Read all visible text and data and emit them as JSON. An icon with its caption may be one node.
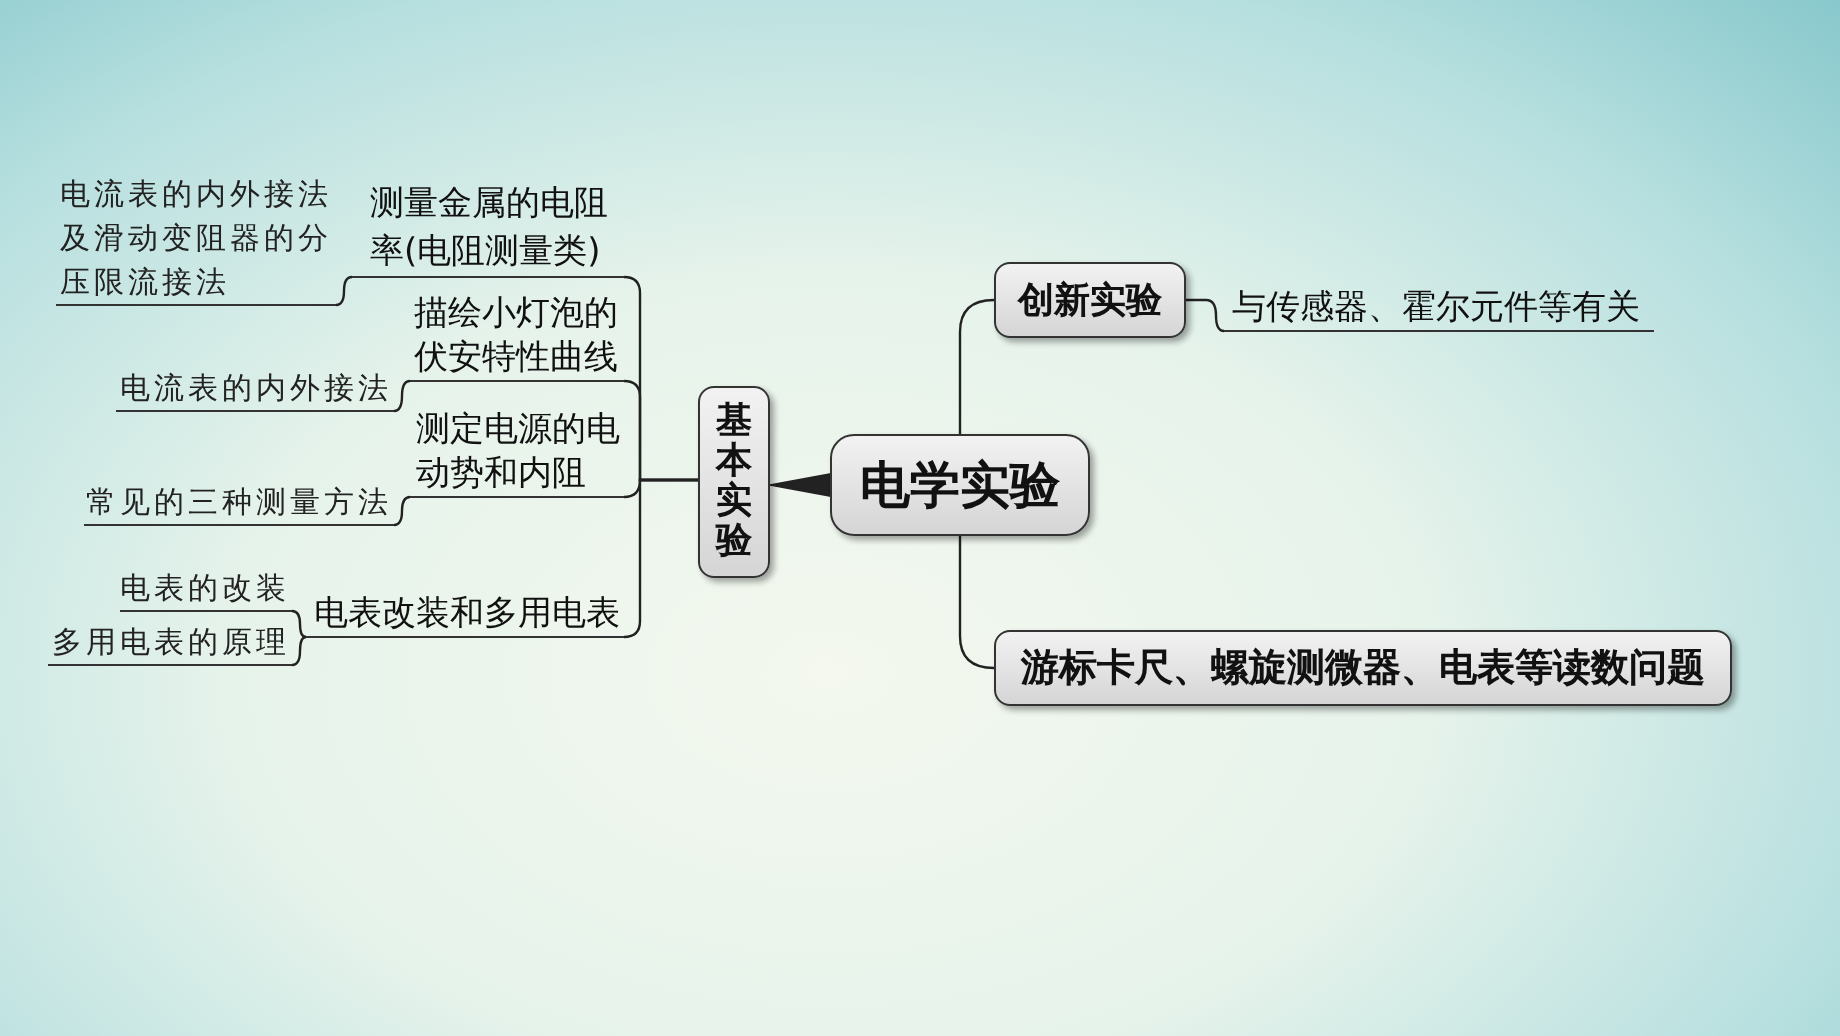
{
  "diagram": {
    "nodes": [
      {
        "text": [
          "电学实验"
        ]
      },
      {
        "text": [
          "基本实验"
        ]
      },
      {
        "text": [
          "测量金属的电阻率(电阻测量类)"
        ]
      },
      {
        "text": [
          "电流表的内外接法及滑动变阻器的分压限流接法"
        ]
      },
      {
        "text": [
          "描绘小灯泡的伏安特性曲线"
        ]
      },
      {
        "text": [
          "电流表的内外接法"
        ]
      },
      {
        "text": [
          "测定电源的电动势和内阻"
        ]
      },
      {
        "text": [
          "常见的三种测量方法"
        ]
      },
      {
        "text": [
          "电表改装和多用电表"
        ]
      },
      {
        "text": [
          "电表的改装"
        ]
      },
      {
        "text": [
          "多用电表的原理"
        ]
      },
      {
        "text": [
          "创新实验"
        ]
      },
      {
        "text": [
          "与传感器、霍尔元件等有关"
        ]
      },
      {
        "text": [
          "游标卡尺、螺旋测微器、电表等读数问题"
        ]
      }
    ],
    "edges": [
      {
        "from": 0,
        "to": 1,
        "arrow": "none",
        "style": "thick"
      },
      {
        "from": 1,
        "to": 2,
        "arrow": "none"
      },
      {
        "from": 2,
        "to": 3,
        "arrow": "none"
      },
      {
        "from": 1,
        "to": 4,
        "arrow": "none"
      },
      {
        "from": 4,
        "to": 5,
        "arrow": "none"
      },
      {
        "from": 1,
        "to": 6,
        "arrow": "none"
      },
      {
        "from": 6,
        "to": 7,
        "arrow": "none"
      },
      {
        "from": 1,
        "to": 8,
        "arrow": "none"
      },
      {
        "from": 8,
        "to": 9,
        "arrow": "none"
      },
      {
        "from": 8,
        "to": 10,
        "arrow": "none"
      },
      {
        "from": 0,
        "to": 11,
        "arrow": "none"
      },
      {
        "from": 11,
        "to": 12,
        "arrow": "none"
      },
      {
        "from": 0,
        "to": 13,
        "arrow": "none"
      }
    ]
  }
}
